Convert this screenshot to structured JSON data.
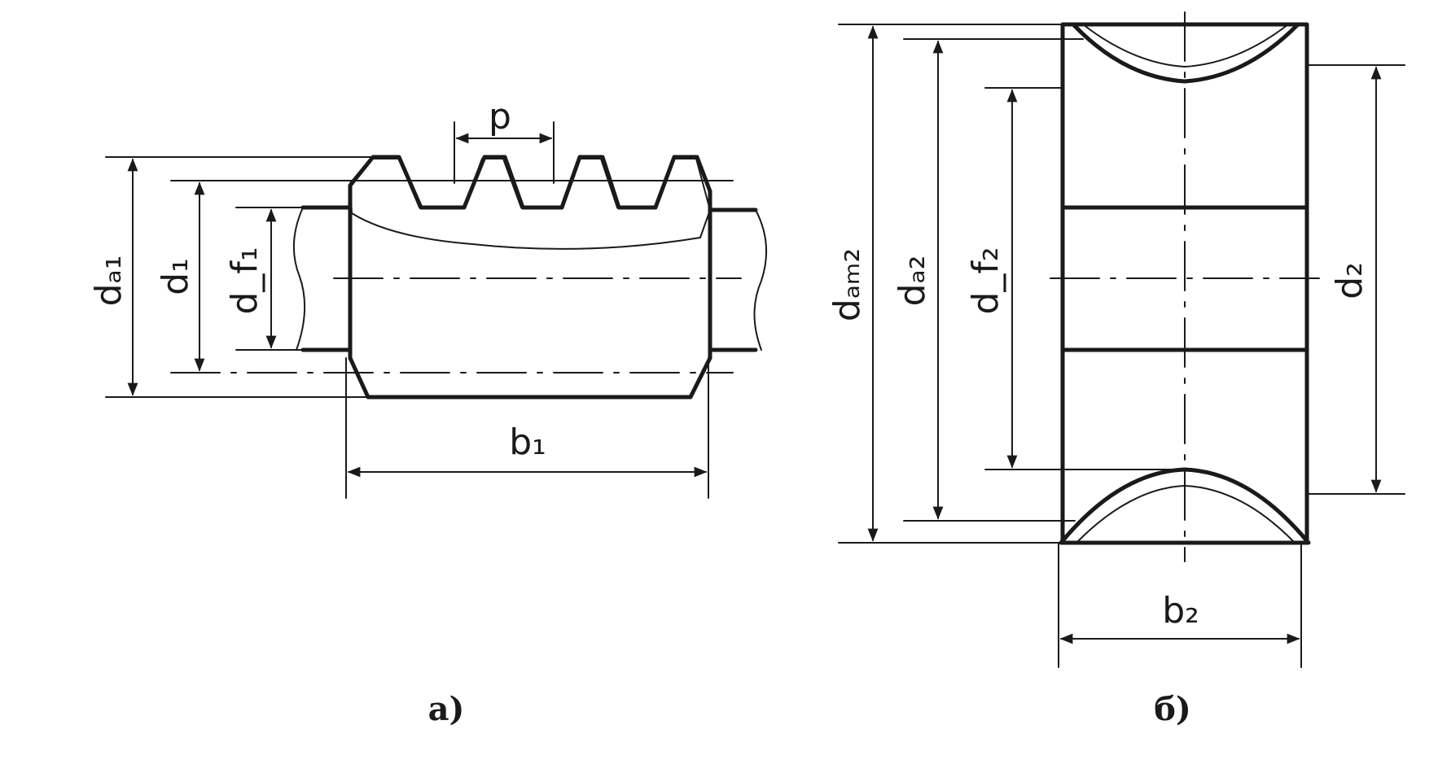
{
  "worm": {
    "label_pitch": "p",
    "label_tip_diameter": "dₐ₁",
    "label_pitch_diameter": "d₁",
    "label_root_diameter": "d_f₁",
    "label_width": "b₁",
    "caption": "а)"
  },
  "wheel": {
    "label_max_diameter": "dₐₘ₂",
    "label_tip_diameter": "dₐ₂",
    "label_root_diameter": "d_f₂",
    "label_pitch_diameter": "d₂",
    "label_width": "b₂",
    "caption": "б)"
  },
  "colors": {
    "ink": "#1a1a1a",
    "paper": "#ffffff"
  }
}
